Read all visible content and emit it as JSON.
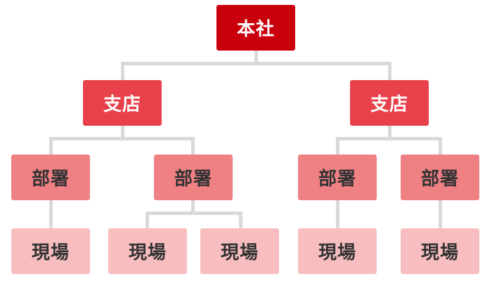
{
  "org_chart": {
    "head_office": {
      "label": "本社",
      "branches": [
        {
          "label": "支店",
          "departments": [
            {
              "label": "部署",
              "sites": [
                "現場"
              ]
            },
            {
              "label": "部署",
              "sites": [
                "現場",
                "現場"
              ]
            }
          ]
        },
        {
          "label": "支店",
          "departments": [
            {
              "label": "部署",
              "sites": [
                "現場"
              ]
            },
            {
              "label": "部署",
              "sites": [
                "現場"
              ]
            }
          ]
        }
      ]
    }
  },
  "colors": {
    "head_office": "#c9000c",
    "branch": "#e8414b",
    "department": "#ef8084",
    "site": "#f7bdbf",
    "connector": "#d9d9d9"
  }
}
